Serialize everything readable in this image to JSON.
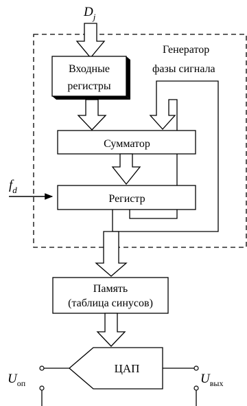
{
  "input_label": {
    "base": "D",
    "sub": "j"
  },
  "generator_label_line1": "Генератор",
  "generator_label_line2": "фазы сигнала",
  "input_registers_line1": "Входные",
  "input_registers_line2": "регистры",
  "adder": "Сумматор",
  "clock_label": {
    "base": "f",
    "sub": "d"
  },
  "register": "Регистр",
  "memory_line1": "Память",
  "memory_line2": "(таблица синусов)",
  "dac": "ЦАП",
  "u_ref": {
    "base": "U",
    "sub": "оп"
  },
  "u_out": {
    "base": "U",
    "sub": "вых"
  }
}
